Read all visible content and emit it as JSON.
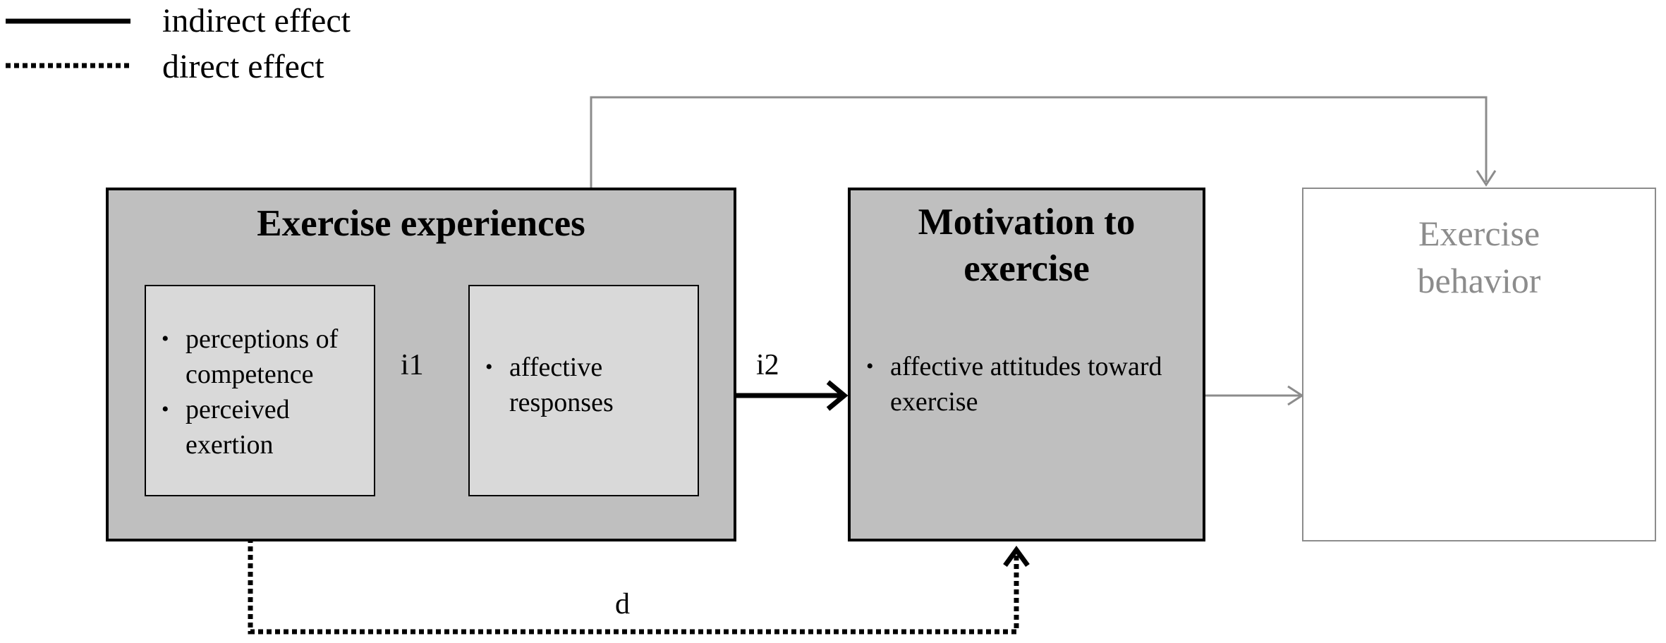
{
  "legend": {
    "indirect_label": "indirect effect",
    "direct_label": "direct effect"
  },
  "boxes": {
    "exercise_experiences": {
      "title": "Exercise experiences",
      "left_items": [
        "perceptions of competence",
        "perceived exertion"
      ],
      "right_items": [
        "affective responses"
      ]
    },
    "motivation": {
      "title_line1": "Motivation to",
      "title_line2": "exercise",
      "items": [
        "affective attitudes toward exercise"
      ]
    },
    "behavior": {
      "title_line1": "Exercise",
      "title_line2": "behavior"
    }
  },
  "paths": {
    "i1": "i1",
    "i2": "i2",
    "d": "d"
  },
  "colors": {
    "outer_fill": "#bfbfbf",
    "inner_fill": "#d9d9d9",
    "ghost_stroke": "#8c8c8c",
    "line": "#000000"
  }
}
